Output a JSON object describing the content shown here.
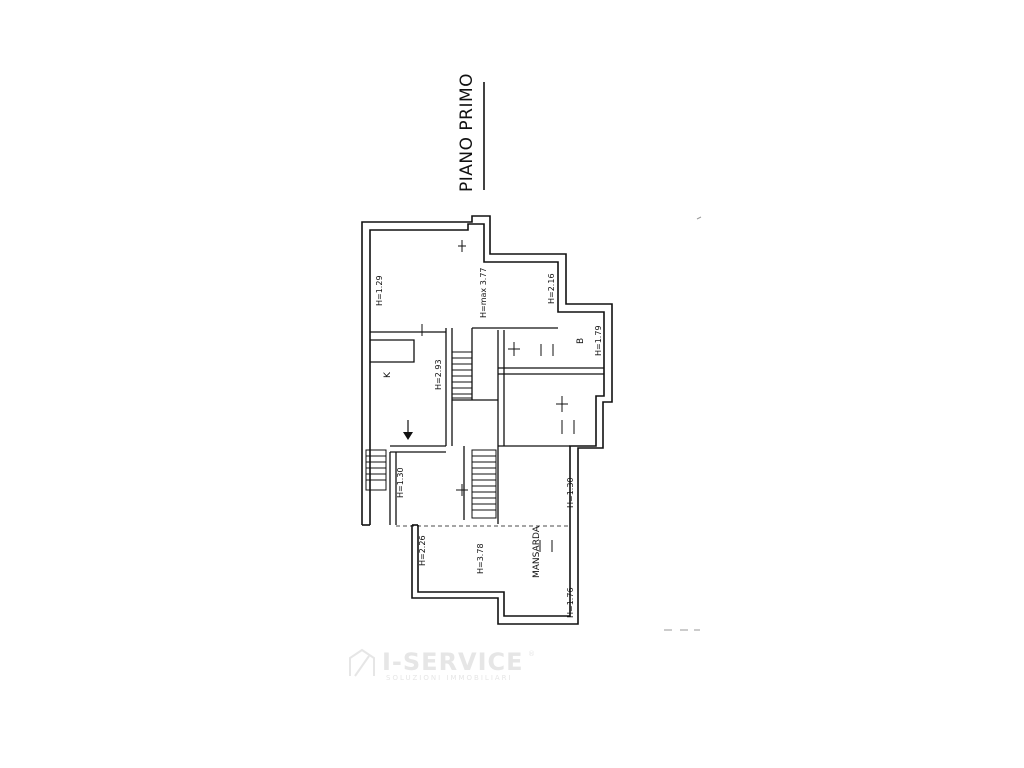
{
  "plan": {
    "title": "PIANO PRIMO",
    "rooms": {
      "kitchen": "K",
      "bath": "B",
      "attic": "MANSARDA"
    },
    "dimensions": {
      "h_129": "H=1.29",
      "h_377": "H=max 3.77",
      "h_216": "H=2.16",
      "h_179": "H=1.79",
      "h_293": "H=2.93",
      "h_130_left": "H=1.30",
      "h_130_right": "H=1.30",
      "h_226": "H=2.26",
      "h_378": "H=3.78",
      "h_176": "H=1.76"
    }
  },
  "watermark": {
    "brand": "I-SERVICE",
    "subtitle": "SOLUZIONI IMMOBILIARI",
    "registered": "®"
  },
  "colors": {
    "ink": "#111111",
    "watermark": "#e6e6e6",
    "background": "#ffffff"
  }
}
